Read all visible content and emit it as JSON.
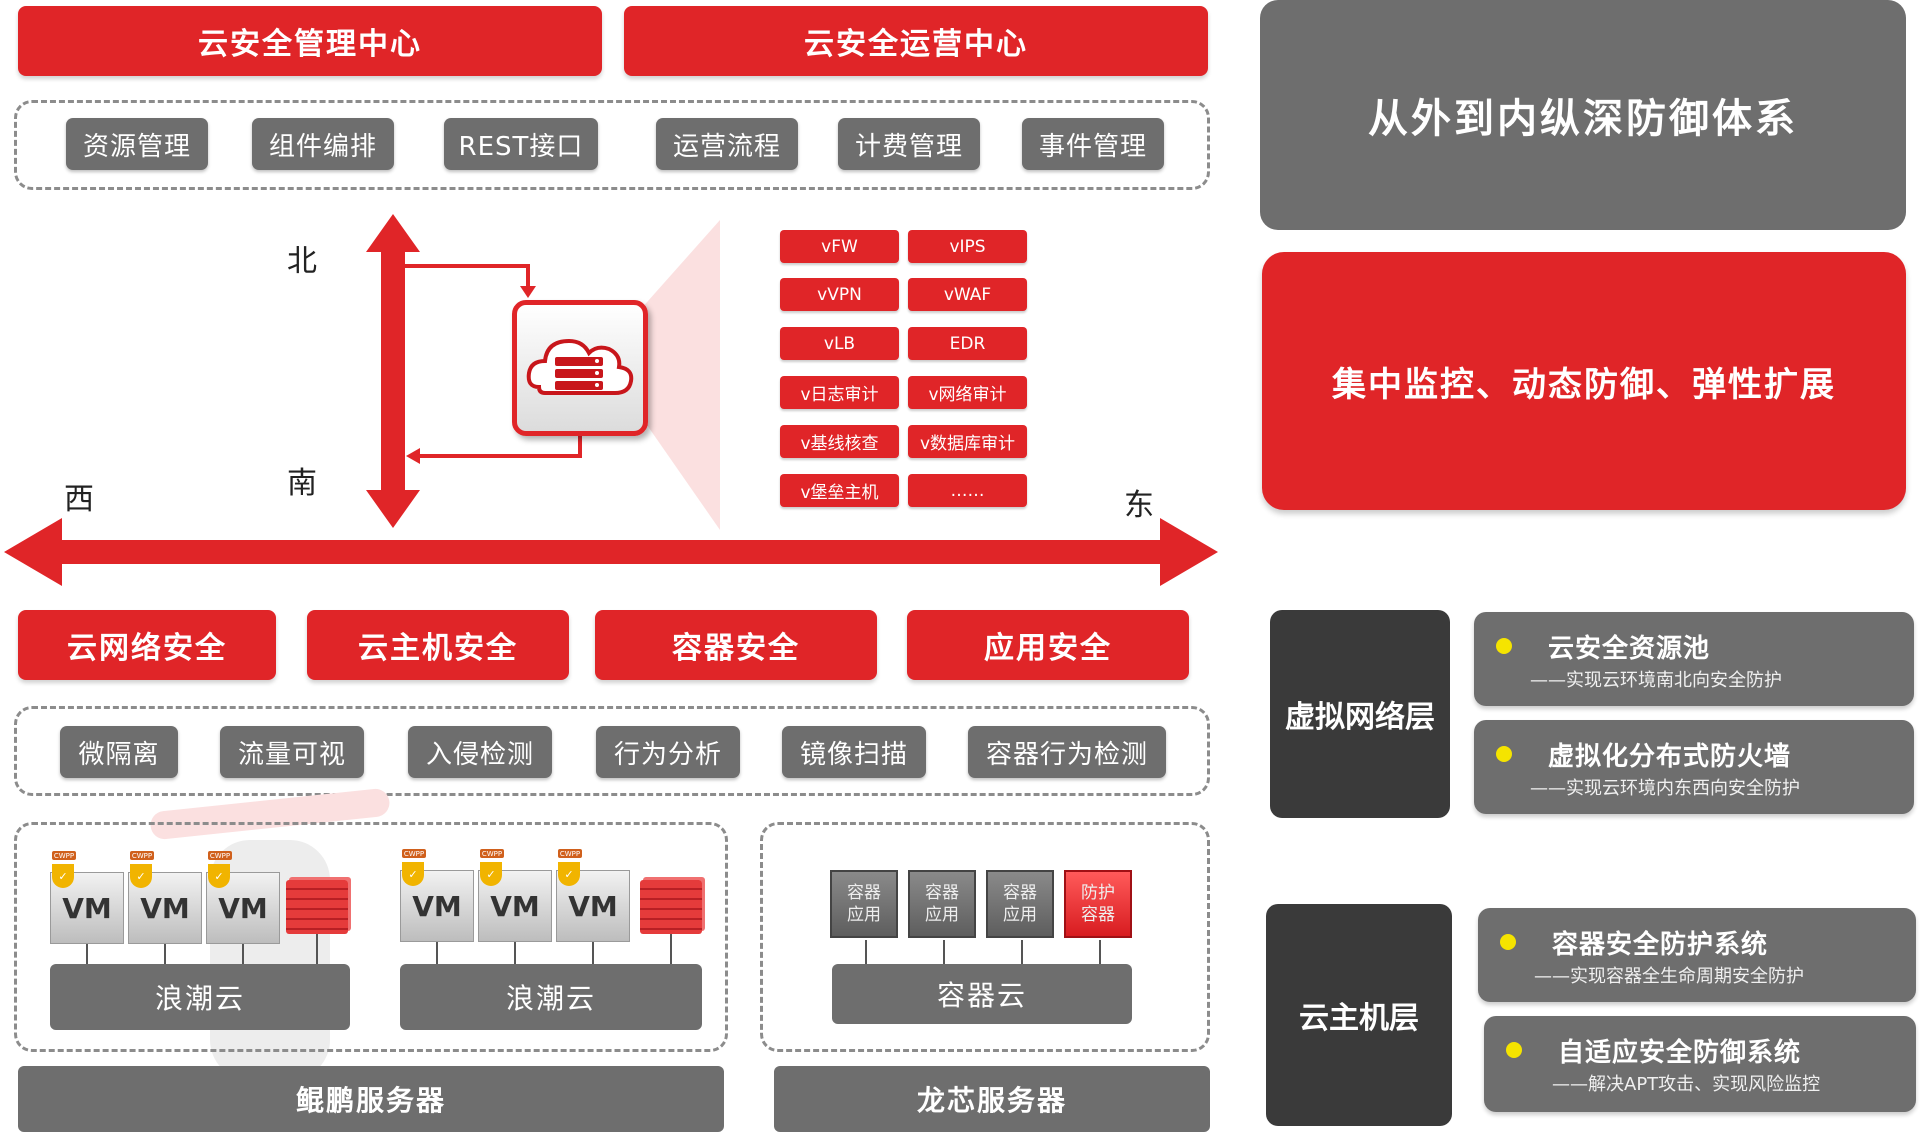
{
  "top_bars": [
    "云安全管理中心",
    "云安全运营中心"
  ],
  "mgmt_items": [
    "资源管理",
    "组件编排",
    "REST接口",
    "运营流程",
    "计费管理",
    "事件管理"
  ],
  "directions": {
    "north": "北",
    "south": "南",
    "west": "西",
    "east": "东"
  },
  "vfunctions": [
    "vFW",
    "vIPS",
    "vVPN",
    "vWAF",
    "vLB",
    "EDR",
    "v日志审计",
    "v网络审计",
    "v基线核查",
    "v数据库审计",
    "v堡垒主机",
    "……"
  ],
  "security_bars": [
    "云网络安全",
    "云主机安全",
    "容器安全",
    "应用安全"
  ],
  "security_items": [
    "微隔离",
    "流量可视",
    "入侵检测",
    "行为分析",
    "镜像扫描",
    "容器行为检测"
  ],
  "vm_label": "VM",
  "cwpp_label": "CWPP",
  "clouds": [
    "浪潮云",
    "浪潮云"
  ],
  "containers": [
    {
      "lines": [
        "容器",
        "应用"
      ]
    },
    {
      "lines": [
        "容器",
        "应用"
      ]
    },
    {
      "lines": [
        "容器",
        "应用"
      ]
    },
    {
      "lines": [
        "防护",
        "容器"
      ]
    }
  ],
  "container_cloud": "容器云",
  "servers": [
    "鲲鹏服务器",
    "龙芯服务器"
  ],
  "right_panel": {
    "headline": "从外到内纵深防御体系",
    "red_headline": "集中监控、动态防御、弹性扩展",
    "layers": [
      {
        "label": "虚拟网络层",
        "features": [
          {
            "title": "云安全资源池",
            "sub": "——实现云环境南北向安全防护"
          },
          {
            "title": "虚拟化分布式防火墙",
            "sub": "——实现云环境内东西向安全防护"
          }
        ]
      },
      {
        "label": "云主机层",
        "features": [
          {
            "title": "容器安全防护系统",
            "sub": "——实现容器全生命周期安全防护"
          },
          {
            "title": "自适应安全防御系统",
            "sub": "——解决APT攻击、实现风险监控"
          }
        ]
      }
    ]
  },
  "colors": {
    "brand_red": "#e02528",
    "chip_grey": "#6e6e6e",
    "dark_panel": "#3a3a3a",
    "bullet_yellow": "#f5e400"
  }
}
